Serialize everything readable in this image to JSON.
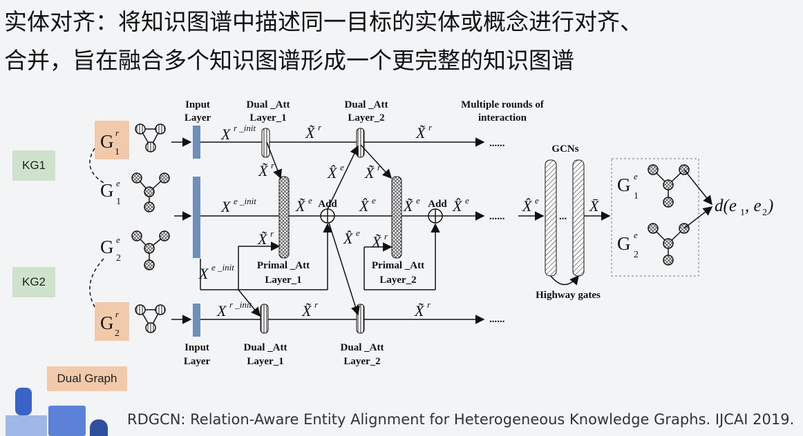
{
  "slide": {
    "heading_line1": "实体对齐：将知识图谱中描述同一目标的实体或概念进行对齐、",
    "heading_line2": "合并，旨在融合多个知识图谱形成一个更完整的知识图谱",
    "kg1_label": "KG1",
    "kg2_label": "KG2",
    "dual_graph_label": "Dual Graph",
    "citation": "RDGCN: Relation-Aware Entity Alignment for Heterogeneous Knowledge Graphs. IJCAI 2019."
  },
  "diagram": {
    "input_layer_label": [
      "Input",
      "Layer"
    ],
    "dual_att_label": [
      "Dual _Att",
      "Layer_1"
    ],
    "dual_att2_label": [
      "Dual _Att",
      "Layer_2"
    ],
    "primal_att1_label": [
      "Primal _Att",
      "Layer_1"
    ],
    "primal_att2_label": [
      "Primal _Att",
      "Layer_2"
    ],
    "multiple_rounds_label": [
      "Multiple rounds of",
      "interaction"
    ],
    "gcns_label": "GCNs",
    "highway_label": "Highway gates",
    "add_label": "Add",
    "ellipsis": "......",
    "output_func": "d(e",
    "graphs": {
      "g1r": {
        "base": "G",
        "sup": "r",
        "sub": "1"
      },
      "g1e": {
        "base": "G",
        "sup": "e",
        "sub": "1"
      },
      "g2e": {
        "base": "G",
        "sup": "e",
        "sub": "2"
      },
      "g2r": {
        "base": "G",
        "sup": "r",
        "sub": "2"
      }
    },
    "colors": {
      "input_bar": "#6f8fb8",
      "relation_box": "#f1c9ab",
      "kg_box": "#cfe3cc"
    }
  }
}
